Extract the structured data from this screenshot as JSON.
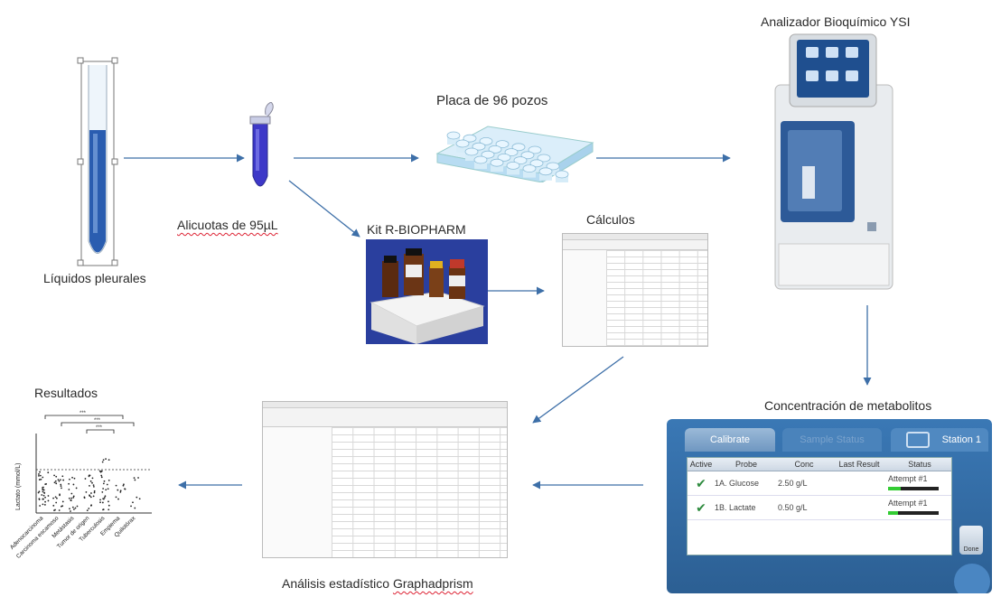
{
  "labels": {
    "liquidos": "Líquidos pleurales",
    "alicuotas": "Alicuotas de 95µL",
    "placa": "Placa de 96 pozos",
    "analizador": "Analizador Bioquímico YSI",
    "kit": "Kit  R-BIOPHARM",
    "calculos": "Cálculos",
    "concentracion": "Concentración de metabolitos",
    "resultados": "Resultados",
    "analisis_prefix": "Análisis estadístico ",
    "analisis_word": "Graphadprism"
  },
  "screen": {
    "tabs": [
      "Calibrate",
      "Sample Status",
      "Station 1"
    ],
    "headers": [
      "Active",
      "Probe",
      "Conc",
      "Last Result",
      "Status"
    ],
    "rows": [
      {
        "probe": "1A. Glucose",
        "conc": "2.50 g/L",
        "status": "Attempt #1",
        "progress": 0.25
      },
      {
        "probe": "1B. Lactate",
        "conc": "0.50 g/L",
        "status": "Attempt #1",
        "progress": 0.2
      }
    ],
    "side_button": "Done"
  },
  "plot": {
    "ylabel": "Lactato (mmol/L)",
    "categories": [
      "Adenocarcinoma",
      "Carcinoma escamoso",
      "Metástasis",
      "Tumor de origen",
      "Tuberculosis",
      "Empiema",
      "Quilotórax"
    ]
  },
  "colors": {
    "arrow": "#3d6fa8",
    "tube_blue": "#2a5db0",
    "screen_blue": "#3a78b5"
  }
}
